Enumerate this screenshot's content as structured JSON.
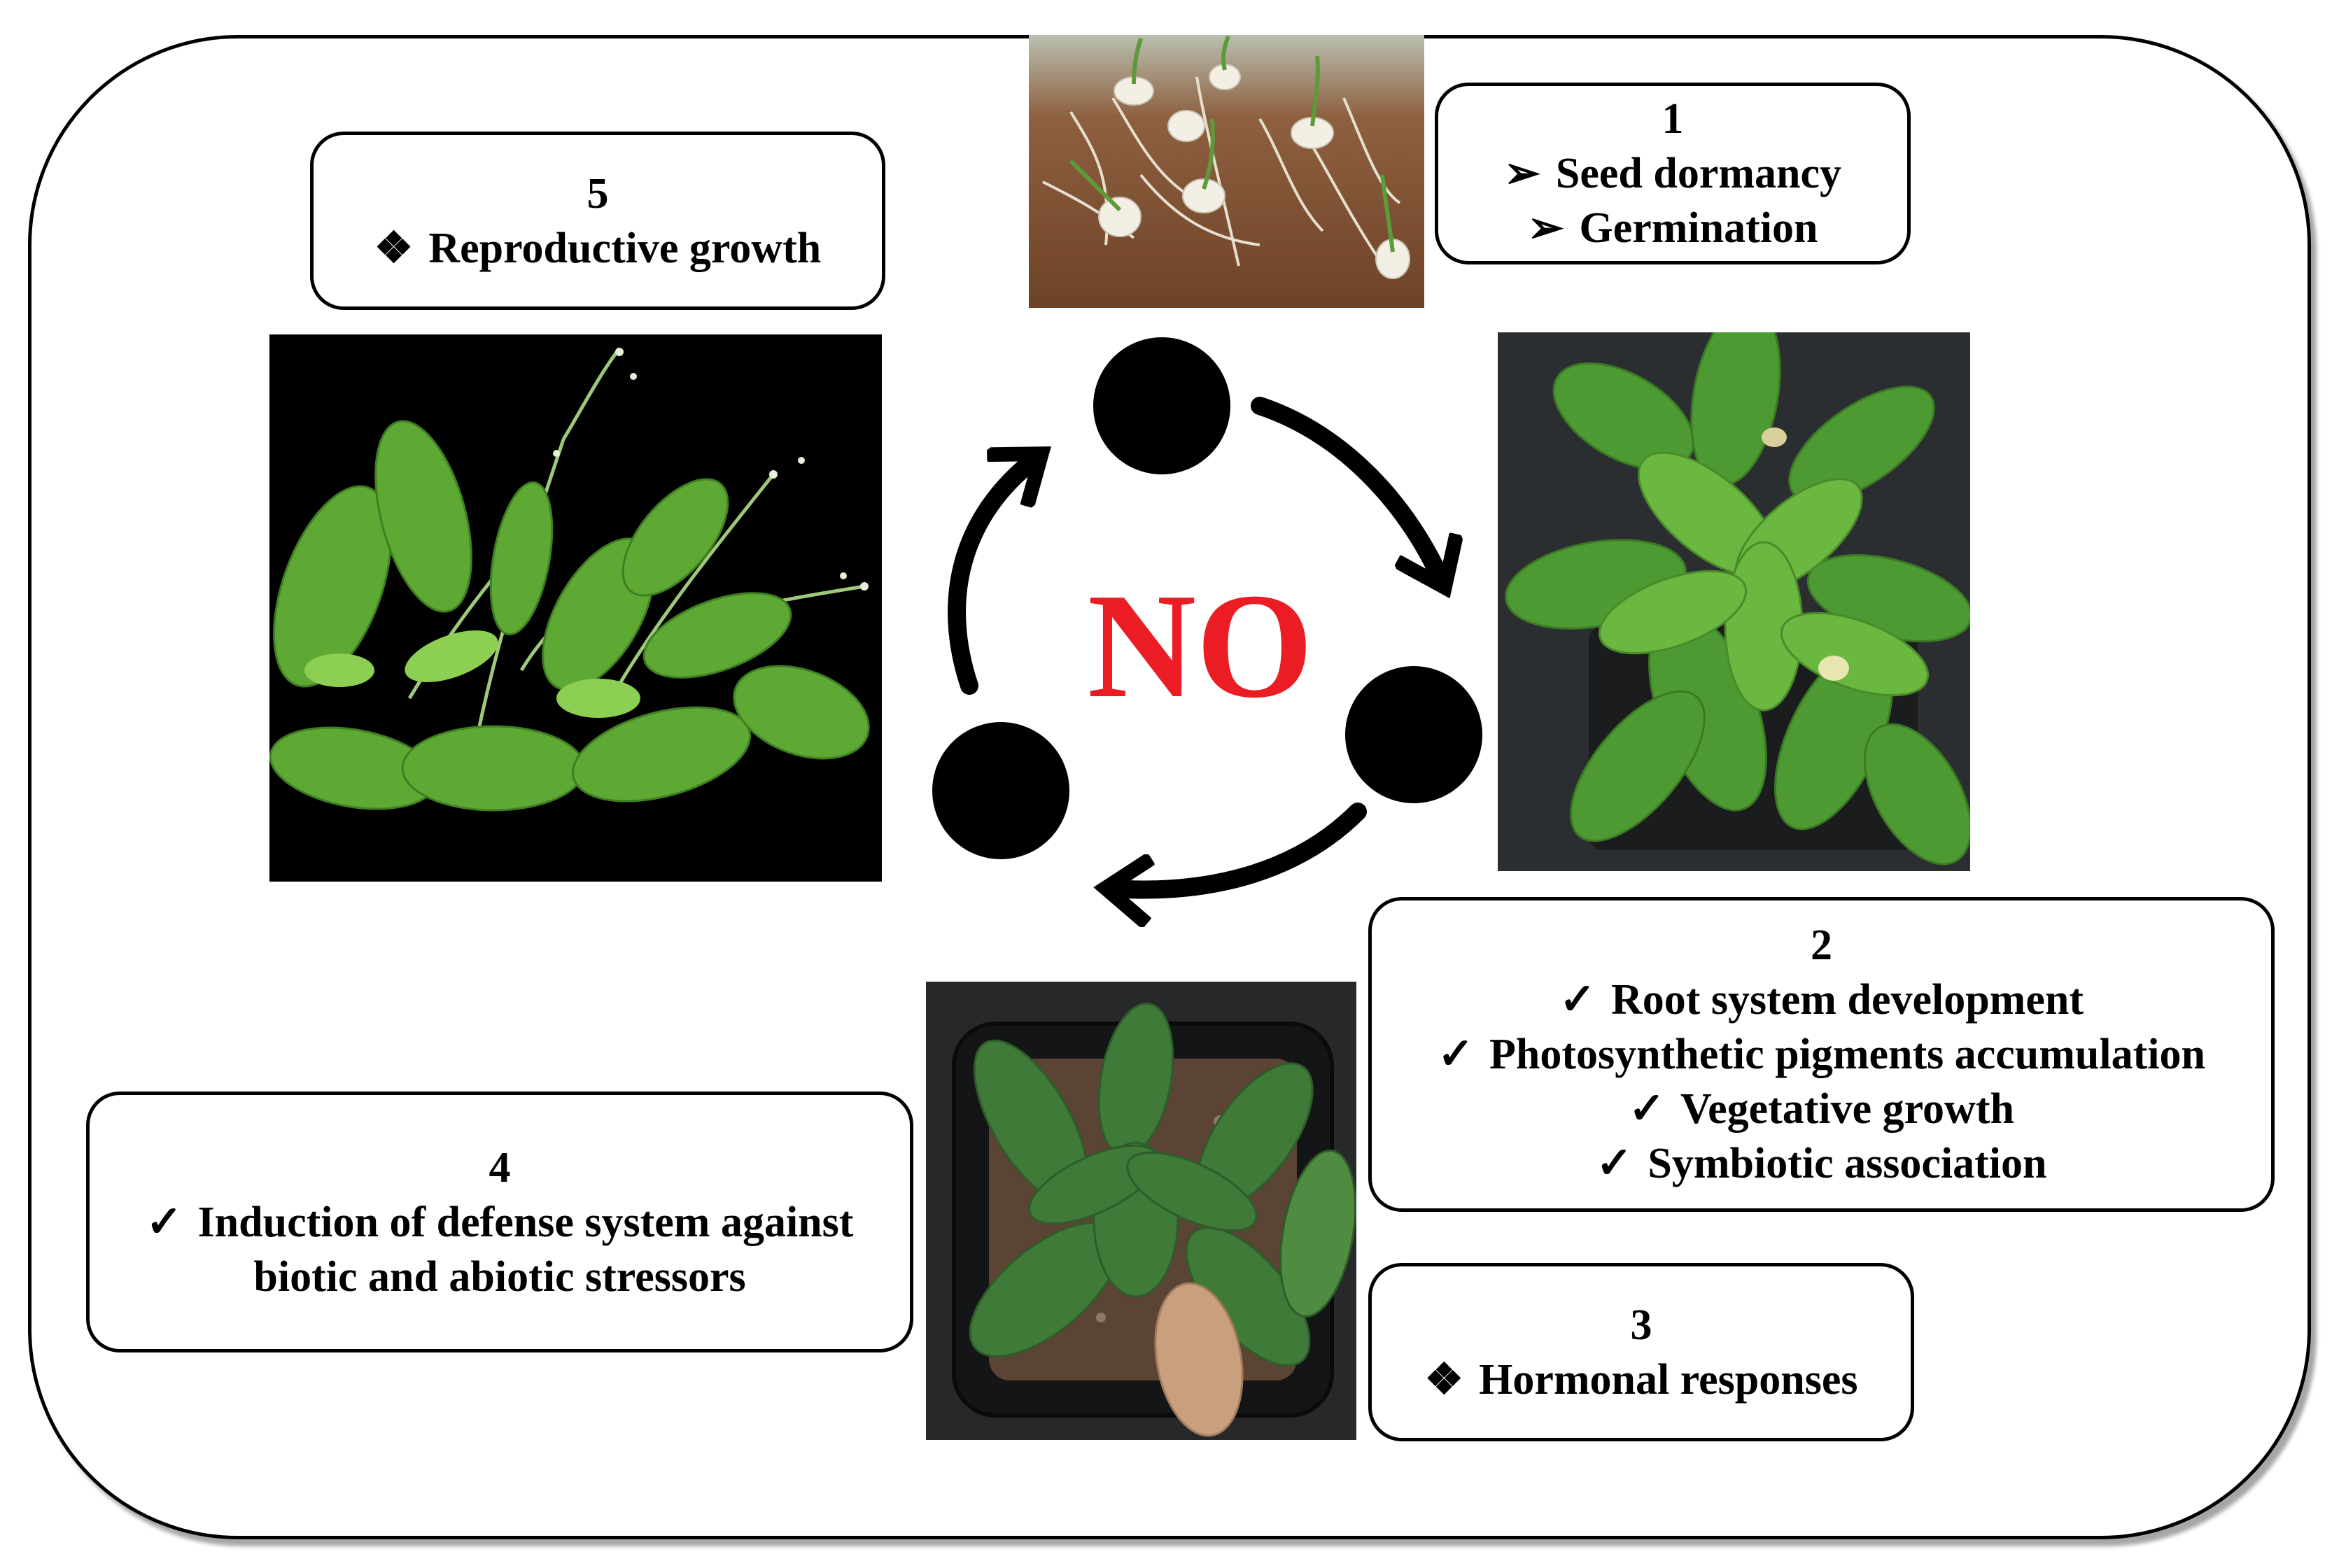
{
  "center_label": "NO",
  "colors": {
    "center_label": "#ec1c24",
    "frame": "#000000",
    "node": "#000000"
  },
  "stages": [
    {
      "id": "1",
      "bullet": "➢",
      "lines": [
        "Seed dormancy",
        "Germination"
      ]
    },
    {
      "id": "2",
      "bullet": "✓",
      "lines": [
        "Root system development",
        "Photosynthetic pigments accumulation",
        "Vegetative growth",
        "Symbiotic association"
      ]
    },
    {
      "id": "3",
      "bullet": "❖",
      "lines": [
        "Hormonal responses"
      ]
    },
    {
      "id": "4",
      "bullet": "✓",
      "lines": [
        "Induction of defense system against",
        "biotic and abiotic stressors"
      ]
    },
    {
      "id": "5",
      "bullet": "❖",
      "lines": [
        "Reproductive growth"
      ]
    }
  ],
  "photos": [
    {
      "name": "germinating-seeds-photo",
      "subject": "germinating seedlings"
    },
    {
      "name": "vegetative-rosette-photo",
      "subject": "vegetative rosette plant"
    },
    {
      "name": "stressed-plant-photo",
      "subject": "stressed plant in pot"
    },
    {
      "name": "flowering-plants-photo",
      "subject": "flowering plants"
    }
  ]
}
